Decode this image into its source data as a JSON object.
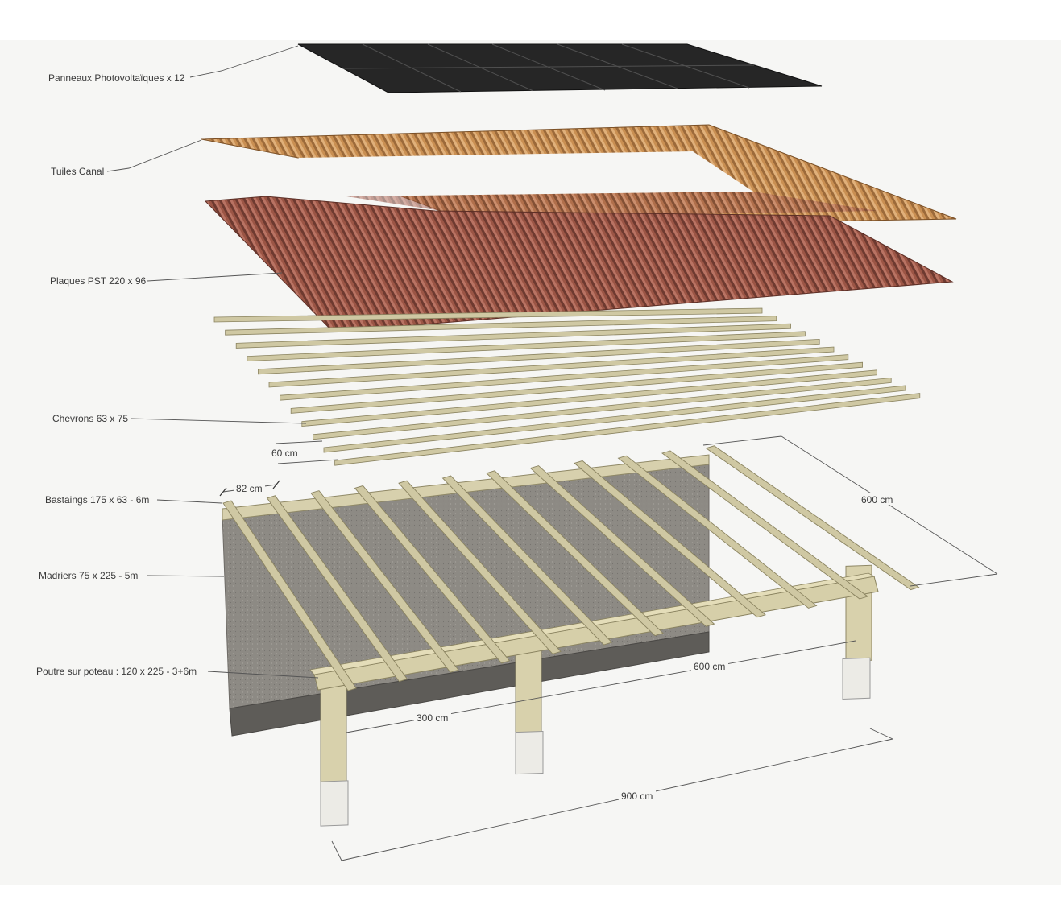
{
  "labels": {
    "panels": "Panneaux Photovoltaïques  x 12",
    "tiles": "Tuiles Canal",
    "plates": "Plaques PST 220 x 96",
    "rafters": "Chevrons 63 x 75",
    "joists": "Bastaings 175 x 63  - 6m",
    "beams": "Madriers 75 x 225  - 5m",
    "post_beam": "Poutre sur poteau :  120 x 225 - 3+6m"
  },
  "dimensions": {
    "rafter_spacing": "60 cm",
    "joist_spacing": "82 cm",
    "depth": "600 cm",
    "beam_span_right": "600 cm",
    "beam_span_left": "300 cm",
    "total_length": "900 cm"
  },
  "colors": {
    "background": "#ffffff",
    "panel": "#222222",
    "tile_light": "#c98f52",
    "tile_red": "#9b5545",
    "wood": "#cfc8a3",
    "wall": "#8f8c86"
  },
  "counts": {
    "panel_columns": 6,
    "panel_rows": 2,
    "rafters": 12,
    "joists": 12
  }
}
